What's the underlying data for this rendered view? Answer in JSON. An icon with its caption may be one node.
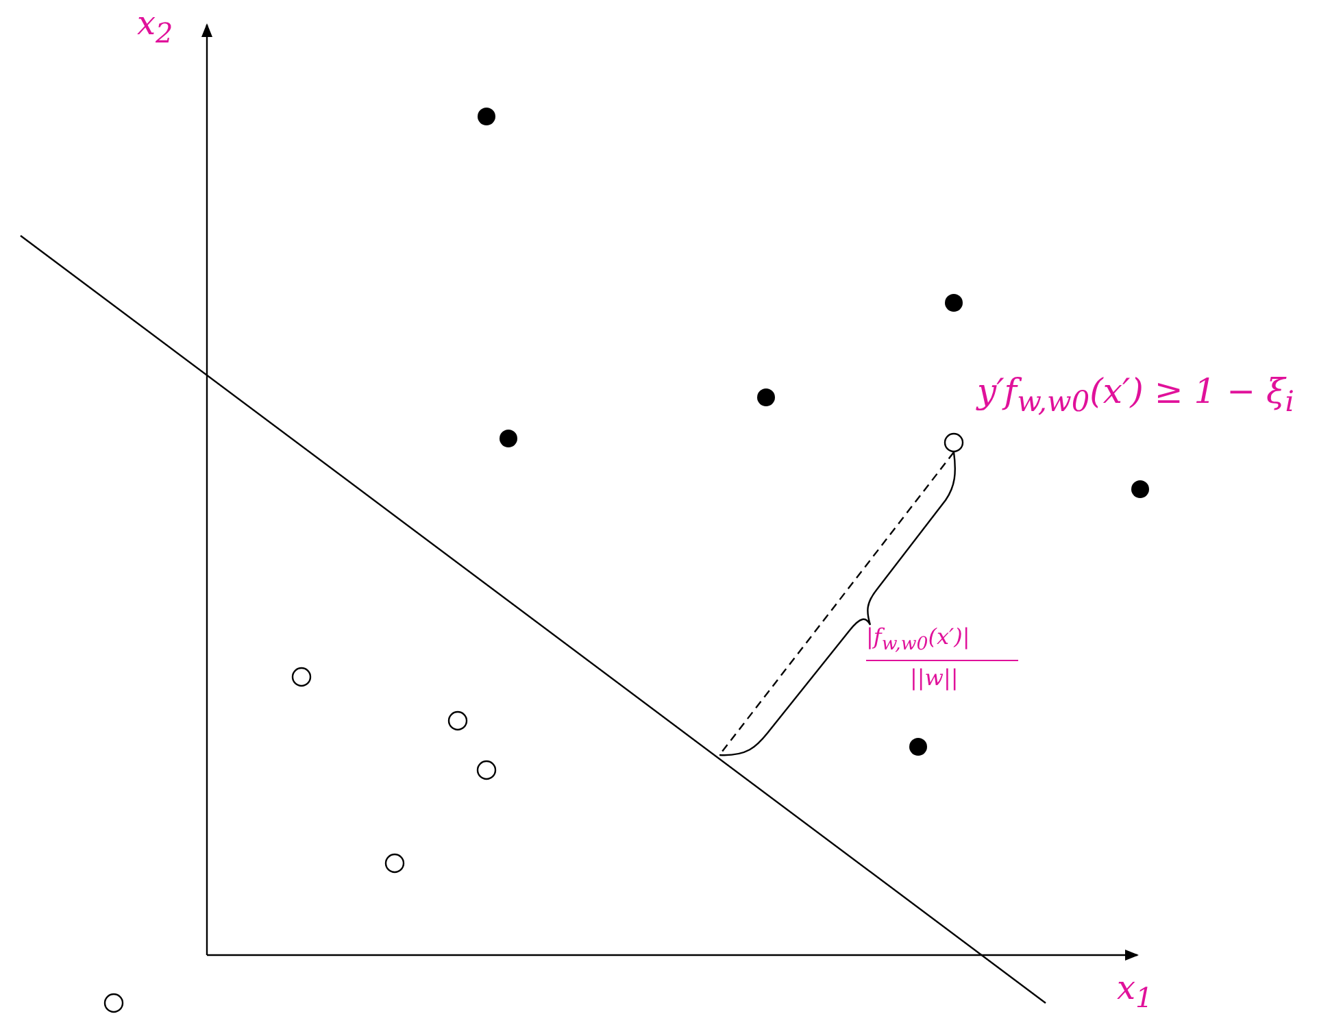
{
  "diagram": {
    "labels": [
      "x$_{2}$",
      "y′f$_{w,w0}$(x′) ≥ 1 − ξ$_{i}$",
      "|f$_{w,w0}$(x′)|",
      "||w||",
      "x$_{1}$"
    ]
  }
}
